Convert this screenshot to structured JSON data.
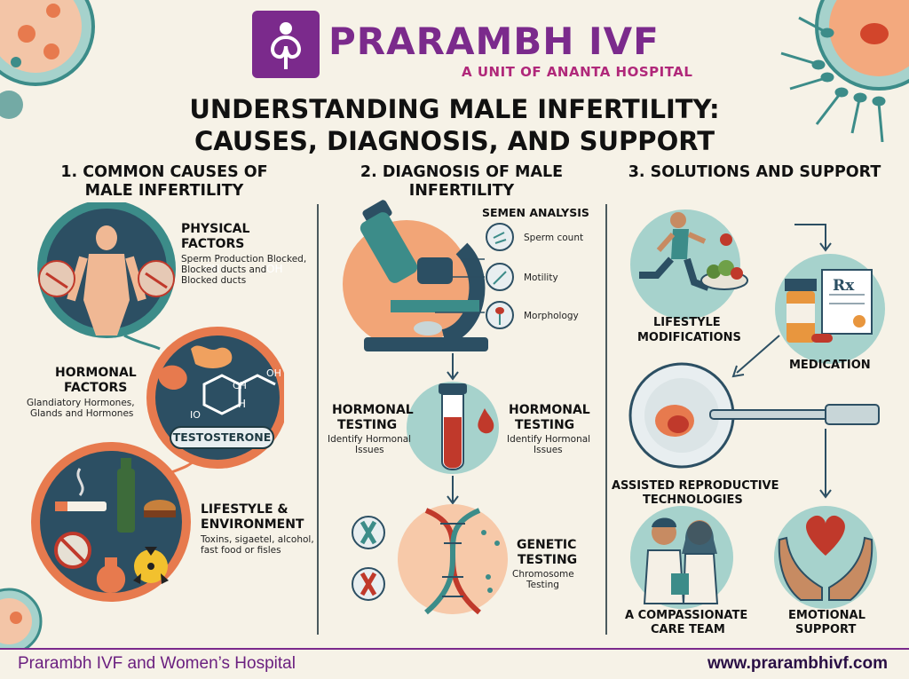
{
  "header": {
    "brand": "PRARAMBH IVF",
    "subtitle": "A UNIT OF ANANTA HOSPITAL",
    "title_line1": "UNDERSTANDING MALE INFERTILITY:",
    "title_line2": "CAUSES, DIAGNOSIS, AND SUPPORT"
  },
  "causes": {
    "heading_line1": "1. COMMON CAUSES OF",
    "heading_line2": "MALE INFERTILITY",
    "physical_title1": "PHYSICAL",
    "physical_title2": "FACTORS",
    "physical_desc1": "Sperm Production Blocked,",
    "physical_desc2": "Blocked ducts and",
    "physical_desc3": "Blocked ducts",
    "hormonal_title1": "HORMONAL",
    "hormonal_title2": "FACTORS",
    "hormonal_desc1": "Glandiatory Hormones,",
    "hormonal_desc2": "Glands and Hormones",
    "testosterone": "TESTOSTERONE",
    "lifestyle_title1": "LIFESTYLE &",
    "lifestyle_title2": "ENVIRONMENT",
    "lifestyle_desc1": "Toxins, sigaetel, alcohol,",
    "lifestyle_desc2": "fast food or fisles",
    "chem_oh": "OH",
    "chem_ch3": "CH",
    "chem_h": "H",
    "chem_io": "IO"
  },
  "diagnosis": {
    "heading_line1": "2. DIAGNOSIS OF MALE",
    "heading_line2": "INFERTILITY",
    "semen_title": "SEMEN ANALYSIS",
    "semen_items": [
      "Sperm count",
      "Motility",
      "Morphology"
    ],
    "hormonal_title1": "HORMONAL",
    "hormonal_title2": "TESTING",
    "hormonal_desc1": "Identify Hormonal",
    "hormonal_desc2": "Issues",
    "genetic_title1": "GENETIC",
    "genetic_title2": "TESTING",
    "genetic_desc1": "Chromosome",
    "genetic_desc2": "Testing"
  },
  "support": {
    "heading": "3. SOLUTIONS AND SUPPORT",
    "lifestyle1": "LIFESTYLE",
    "lifestyle2": "MODIFICATIONS",
    "medication": "MEDICATION",
    "rx": "Rx",
    "art1": "ASSISTED REPRODUCTIVE",
    "art2": "TECHNOLOGIES",
    "care1": "A COMPASSIONATE",
    "care2": "CARE TEAM",
    "emo1": "EMOTIONAL",
    "emo2": "SUPPORT"
  },
  "footer": {
    "left": "Prarambh IVF and Women’s Hospital",
    "right": "www.prarambhivf.com"
  },
  "colors": {
    "brand_purple": "#7b2a8c",
    "teal": "#2e8b8b",
    "orange": "#e98a5a",
    "red": "#c0392b"
  }
}
